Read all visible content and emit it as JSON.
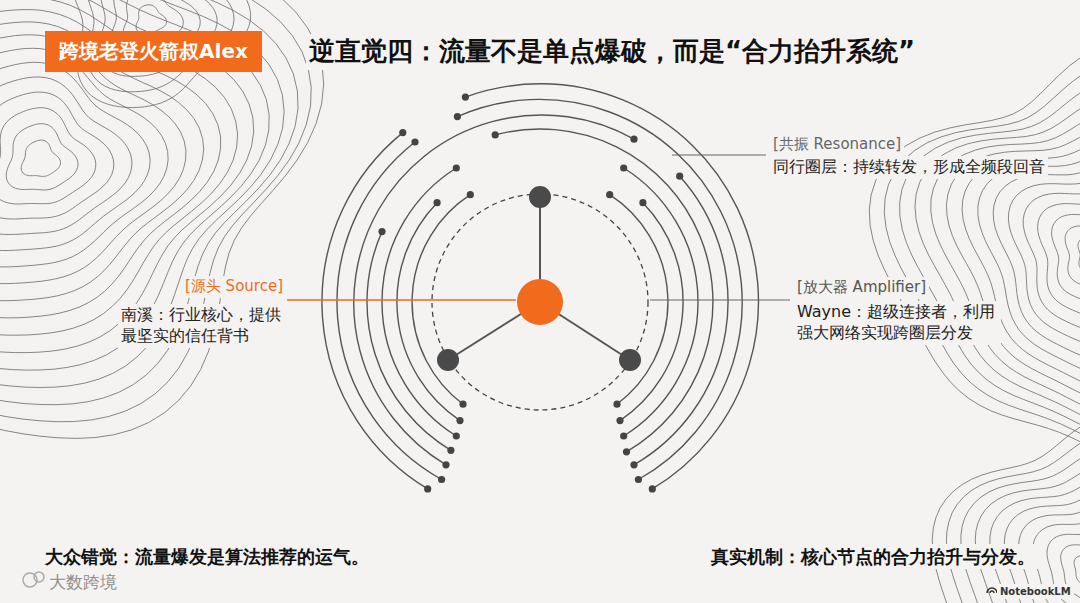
{
  "diagram": {
    "title": "逆直觉四：流量不是单点爆破，而是“合力抬升系统”",
    "nodes": [
      {
        "text": [
          "跨境老登火箭叔Alex"
        ]
      }
    ],
    "labels": [
      "[共振 Resonance]",
      "同行圈层：持续转发，形成全频段回音",
      "[源头 Source]",
      "南溪：行业核心，提供 最坚实的信任背书",
      "[放大器 Amplifier]",
      "Wayne：超级连接者，利用 强大网络实现跨圈层分发",
      "大众错觉：流量爆发是算法推荐的运气。",
      "真实机制：核心节点的合力抬升与分发。",
      "大数跨境",
      "NotebookLM"
    ]
  }
}
